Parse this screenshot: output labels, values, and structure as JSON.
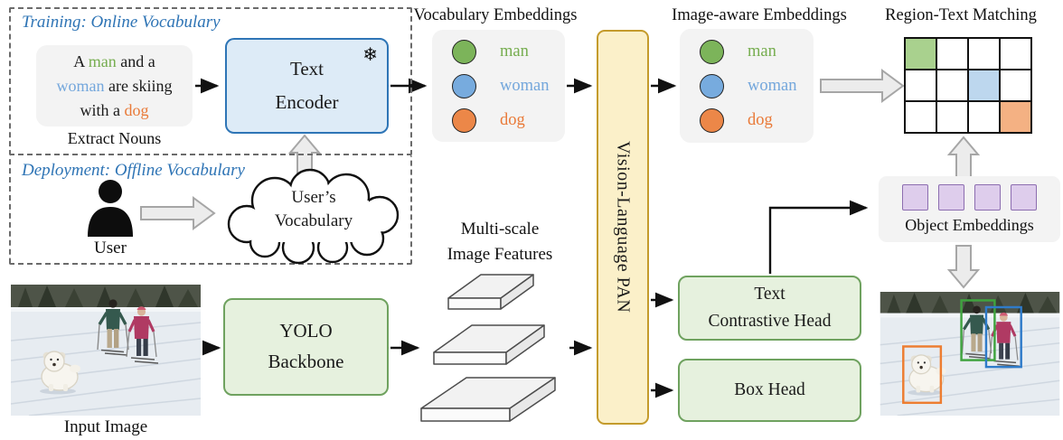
{
  "training": {
    "label": "Training: Online Vocabulary",
    "sentence_lines": [
      [
        {
          "t": "A ",
          "c": "#1a1a1a"
        },
        {
          "t": "man",
          "c": "#76AD4F"
        },
        {
          "t": " and a",
          "c": "#1a1a1a"
        }
      ],
      [
        {
          "t": "woman",
          "c": "#74A7DC"
        },
        {
          "t": " are skiing",
          "c": "#1a1a1a"
        }
      ],
      [
        {
          "t": "with a ",
          "c": "#1a1a1a"
        },
        {
          "t": "dog",
          "c": "#E97A38"
        }
      ]
    ],
    "extract_nouns_label": "Extract Nouns"
  },
  "deployment": {
    "label": "Deployment: Offline Vocabulary",
    "user_label": "User",
    "cloud_line1": "User’s",
    "cloud_line2": "Vocabulary"
  },
  "text_encoder": {
    "line1": "Text",
    "line2": "Encoder",
    "frozen_icon": "❄"
  },
  "vocabulary": {
    "title": "Vocabulary Embeddings",
    "items": [
      {
        "label": "man",
        "color": "#76AD4F",
        "circle": "#7CB45A"
      },
      {
        "label": "woman",
        "color": "#74A7DC",
        "circle": "#77ABDE"
      },
      {
        "label": "dog",
        "color": "#E97A38",
        "circle": "#EC8748"
      }
    ]
  },
  "image_aware": {
    "title": "Image-aware Embeddings",
    "items": [
      {
        "label": "man",
        "color": "#76AD4F",
        "circle": "#7CB45A"
      },
      {
        "label": "woman",
        "color": "#74A7DC",
        "circle": "#77ABDE"
      },
      {
        "label": "dog",
        "color": "#E97A38",
        "circle": "#EC8748"
      }
    ]
  },
  "pan": {
    "label": "Vision-Language PAN"
  },
  "multi_scale": {
    "line1": "Multi-scale",
    "line2": "Image Features"
  },
  "backbone": {
    "line1": "YOLO",
    "line2": "Backbone"
  },
  "input_image": {
    "label": "Input Image"
  },
  "heads": {
    "text_contrastive_line1": "Text",
    "text_contrastive_line2": "Contrastive Head",
    "box_head_label": "Box Head"
  },
  "object_embeddings": {
    "label": "Object Embeddings",
    "count": 4,
    "square_fill": "#DECDEC",
    "square_border": "#8C6DB0"
  },
  "region_text": {
    "title": "Region-Text Matching",
    "rows": 3,
    "cols": 4,
    "colored_cells": [
      {
        "row": 0,
        "col": 0,
        "color": "#A9D18E"
      },
      {
        "row": 1,
        "col": 2,
        "color": "#BDD7EE"
      },
      {
        "row": 2,
        "col": 3,
        "color": "#F4B183"
      }
    ]
  },
  "bounding_boxes": {
    "man": "#3FA33F",
    "woman": "#2F7BC9",
    "dog": "#ED7D31"
  },
  "colors": {
    "section_label_blue": "#2E74B5",
    "pan_fill": "#FBF0C9",
    "pan_border": "#C49B2C",
    "green_box_fill": "#E6F1DE",
    "green_box_border": "#6FA25F",
    "encoder_fill": "#DDEBF7",
    "encoder_border": "#2E75B6",
    "embed_box_fill": "#F3F3F3"
  }
}
